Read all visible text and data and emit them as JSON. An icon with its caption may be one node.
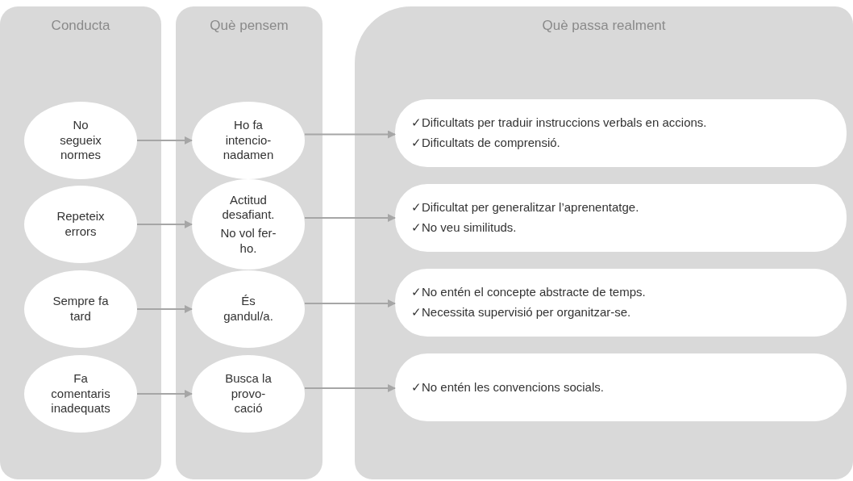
{
  "diagram": {
    "nodes": [
      {
        "text": [
          "Conducta"
        ]
      },
      {
        "text": [
          "No segueix normes"
        ],
        "in": 0
      },
      {
        "text": [
          "Repeteix errors"
        ],
        "in": 0
      },
      {
        "text": [
          "Sempre fa tard"
        ],
        "in": 0
      },
      {
        "text": [
          "Fa comentaris inadequats"
        ],
        "in": 0
      },
      {
        "text": [
          "Què pensem"
        ]
      },
      {
        "text": [
          "Ho fa intencio-nadamen"
        ],
        "in": 5
      },
      {
        "text": [
          "Actitud desafiant.",
          "No vol fer-ho."
        ],
        "in": 5
      },
      {
        "text": [
          "És gandul/a."
        ],
        "in": 5
      },
      {
        "text": [
          "Busca la provo-cació"
        ],
        "in": 5
      },
      {
        "text": [
          "Què passa realment"
        ]
      },
      {
        "text": [
          "✓Dificultats per traduir instruccions verbals en accions.",
          "✓Dificultats de comprensió."
        ],
        "in": 10
      },
      {
        "text": [
          "✓Dificultat per generalitzar l’aprenentatge.",
          "✓No veu similituds."
        ],
        "in": 10
      },
      {
        "text": [
          "✓No entén el concepte abstracte de temps.",
          "✓Necessita supervisió per organitzar-se."
        ],
        "in": 10
      },
      {
        "text": [
          "✓No entén les convencions socials."
        ],
        "in": 10
      }
    ],
    "edges": [
      {
        "from": 1,
        "to": 6,
        "arrow": "to"
      },
      {
        "from": 6,
        "to": 11,
        "arrow": "to"
      },
      {
        "from": 2,
        "to": 7,
        "arrow": "to"
      },
      {
        "from": 7,
        "to": 12,
        "arrow": "to"
      },
      {
        "from": 3,
        "to": 8,
        "arrow": "to"
      },
      {
        "from": 8,
        "to": 13,
        "arrow": "to"
      },
      {
        "from": 4,
        "to": 9,
        "arrow": "to"
      },
      {
        "from": 9,
        "to": 14,
        "arrow": "to"
      }
    ]
  }
}
